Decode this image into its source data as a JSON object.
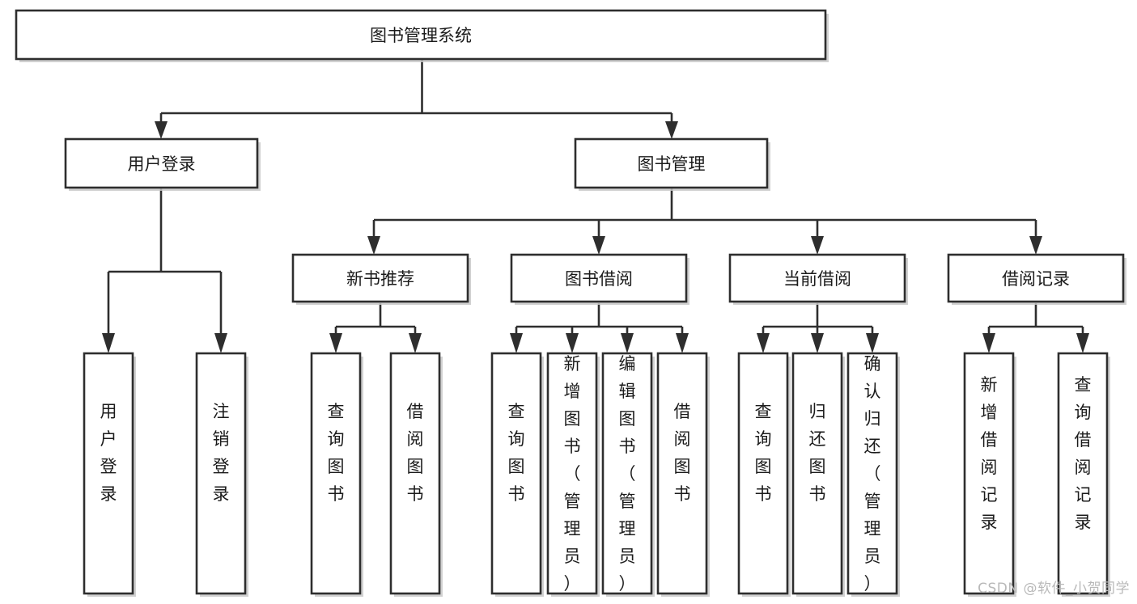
{
  "diagram": {
    "type": "tree-hierarchy",
    "title": "图书管理系统",
    "orientation": "top-down",
    "colors": {
      "box_stroke": "#2e2e2e",
      "box_fill": "#ffffff",
      "edge": "#2e2e2e",
      "text": "#1b1b1b",
      "watermark": "#b9b9b9",
      "background": "#ffffff"
    },
    "levels": [
      {
        "level": 1,
        "nodes": [
          {
            "id": "root",
            "label": "图书管理系统",
            "orientation": "horizontal"
          }
        ]
      },
      {
        "level": 2,
        "nodes": [
          {
            "id": "login",
            "label": "用户登录",
            "orientation": "horizontal",
            "parent": "root"
          },
          {
            "id": "bookmgmt",
            "label": "图书管理",
            "orientation": "horizontal",
            "parent": "root"
          }
        ]
      },
      {
        "level": 3,
        "nodes": [
          {
            "id": "newbook",
            "label": "新书推荐",
            "orientation": "horizontal",
            "parent": "bookmgmt"
          },
          {
            "id": "borrow",
            "label": "图书借阅",
            "orientation": "horizontal",
            "parent": "bookmgmt"
          },
          {
            "id": "current",
            "label": "当前借阅",
            "orientation": "horizontal",
            "parent": "bookmgmt"
          },
          {
            "id": "records",
            "label": "借阅记录",
            "orientation": "horizontal",
            "parent": "bookmgmt"
          }
        ]
      },
      {
        "level": 4,
        "nodes": [
          {
            "id": "leaf-1",
            "label": "用户登录",
            "orientation": "vertical",
            "parent": "login"
          },
          {
            "id": "leaf-2",
            "label": "注销登录",
            "orientation": "vertical",
            "parent": "login"
          },
          {
            "id": "leaf-3",
            "label": "查询图书",
            "orientation": "vertical",
            "parent": "newbook"
          },
          {
            "id": "leaf-4",
            "label": "借阅图书",
            "orientation": "vertical",
            "parent": "newbook"
          },
          {
            "id": "leaf-5",
            "label": "查询图书",
            "orientation": "vertical",
            "parent": "borrow"
          },
          {
            "id": "leaf-6",
            "label": "新增图书（管理员）",
            "orientation": "vertical",
            "parent": "borrow"
          },
          {
            "id": "leaf-7",
            "label": "编辑图书（管理员）",
            "orientation": "vertical",
            "parent": "borrow"
          },
          {
            "id": "leaf-8",
            "label": "借阅图书",
            "orientation": "vertical",
            "parent": "borrow"
          },
          {
            "id": "leaf-9",
            "label": "查询图书",
            "orientation": "vertical",
            "parent": "current"
          },
          {
            "id": "leaf-10",
            "label": "归还图书",
            "orientation": "vertical",
            "parent": "current"
          },
          {
            "id": "leaf-11",
            "label": "确认归还（管理员）",
            "orientation": "vertical",
            "parent": "current"
          },
          {
            "id": "leaf-12",
            "label": "新增借阅记录",
            "orientation": "vertical",
            "parent": "records"
          },
          {
            "id": "leaf-13",
            "label": "查询借阅记录",
            "orientation": "vertical",
            "parent": "records"
          }
        ]
      }
    ]
  },
  "watermark": {
    "text": "CSDN @软件_小贺同学"
  }
}
